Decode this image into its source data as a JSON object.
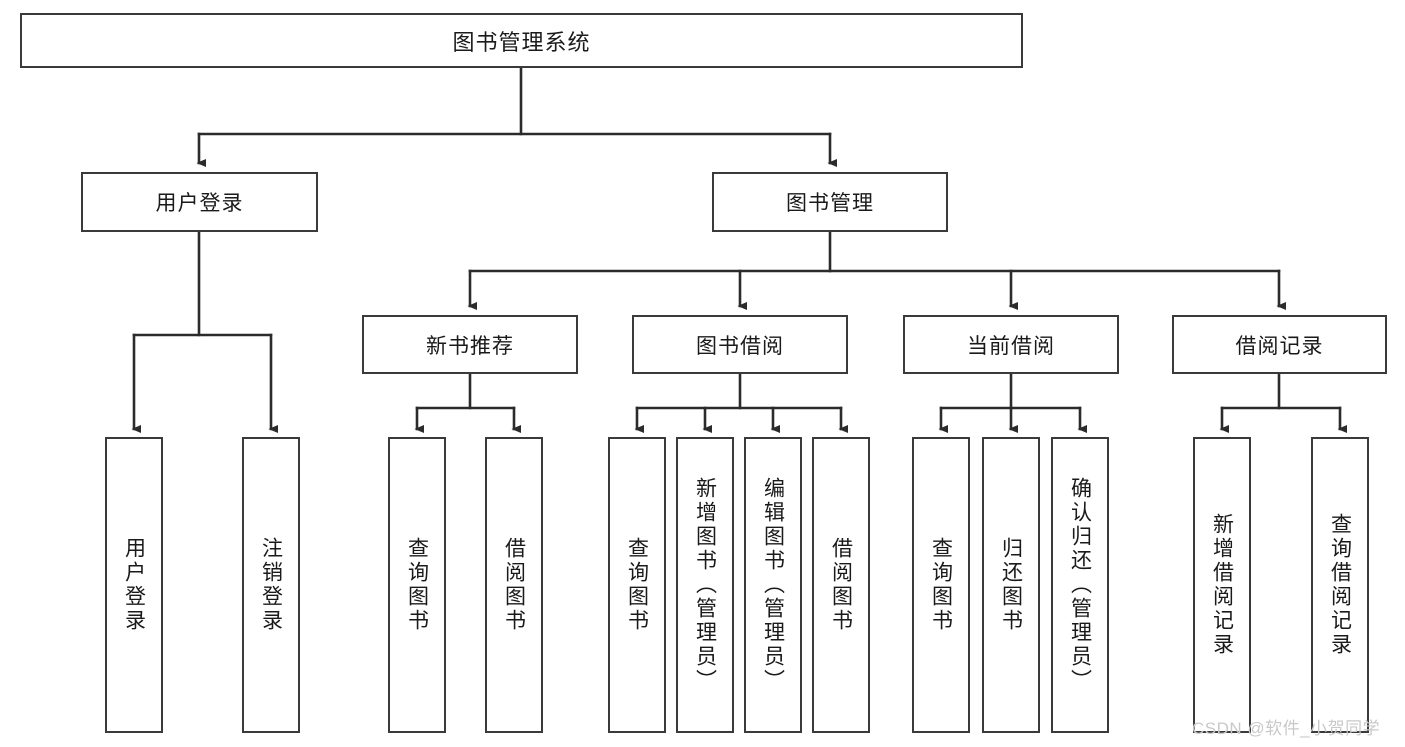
{
  "diagram": {
    "type": "tree",
    "title": "图书管理系统",
    "style": {
      "box_border_color": "#3a3a3a",
      "box_fill_color": "#ffffff",
      "edge_color": "#2b2b2b",
      "background": "#ffffff",
      "text_color": "#1a1a1a"
    },
    "watermark": "CSDN @软件_小贺同学",
    "nodes": {
      "root": {
        "label": "图书管理系统"
      },
      "level2": [
        {
          "id": "user-login",
          "label": "用户登录"
        },
        {
          "id": "book-management",
          "label": "图书管理"
        }
      ],
      "level3": [
        {
          "id": "new-book-recommend",
          "label": "新书推荐"
        },
        {
          "id": "book-borrow",
          "label": "图书借阅"
        },
        {
          "id": "current-borrow",
          "label": "当前借阅"
        },
        {
          "id": "borrow-record",
          "label": "借阅记录"
        }
      ],
      "leaves": [
        {
          "id": "leaf-user-login",
          "label": "用户登录",
          "parent": "user-login"
        },
        {
          "id": "leaf-logout-login",
          "label": "注销登录",
          "parent": "user-login"
        },
        {
          "id": "leaf-query-book-1",
          "label": "查询图书",
          "parent": "new-book-recommend"
        },
        {
          "id": "leaf-borrow-book-1",
          "label": "借阅图书",
          "parent": "new-book-recommend"
        },
        {
          "id": "leaf-query-book-2",
          "label": "查询图书",
          "parent": "book-borrow"
        },
        {
          "id": "leaf-add-book",
          "label": "新增图书（管理员）",
          "parent": "book-borrow"
        },
        {
          "id": "leaf-edit-book",
          "label": "编辑图书（管理员）",
          "parent": "book-borrow"
        },
        {
          "id": "leaf-borrow-book-2",
          "label": "借阅图书",
          "parent": "book-borrow"
        },
        {
          "id": "leaf-query-book-3",
          "label": "查询图书",
          "parent": "current-borrow"
        },
        {
          "id": "leaf-return-book",
          "label": "归还图书",
          "parent": "current-borrow"
        },
        {
          "id": "leaf-confirm-return",
          "label": "确认归还（管理员）",
          "parent": "current-borrow"
        },
        {
          "id": "leaf-add-record",
          "label": "新增借阅记录",
          "parent": "borrow-record"
        },
        {
          "id": "leaf-query-record",
          "label": "查询借阅记录",
          "parent": "borrow-record"
        }
      ]
    }
  }
}
